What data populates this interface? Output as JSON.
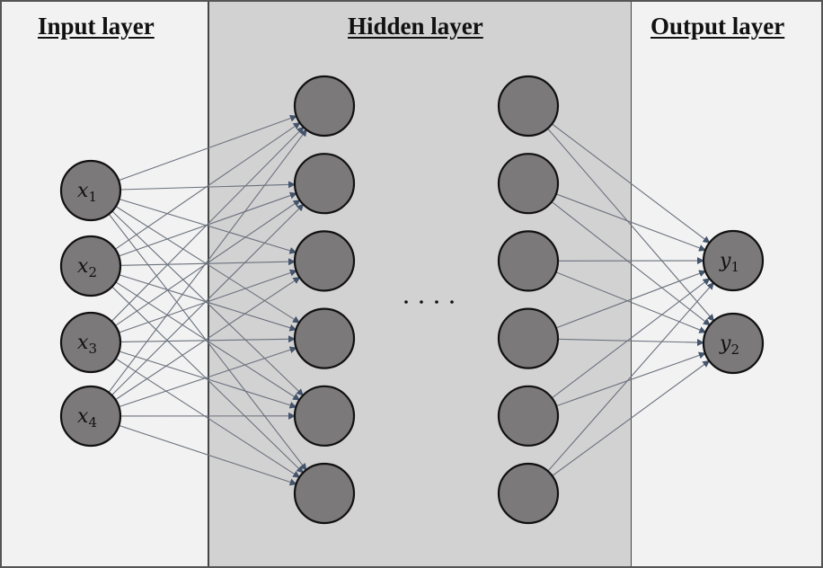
{
  "diagram": {
    "type": "neural-network",
    "layers": {
      "input": {
        "title": "Input layer",
        "nodes": [
          "x1",
          "x2",
          "x3",
          "x4"
        ]
      },
      "hidden": {
        "title": "Hidden layer",
        "columns": 2,
        "nodes_per_column": 6,
        "ellipsis": "· · · ·"
      },
      "output": {
        "title": "Output layer",
        "nodes": [
          "y1",
          "y2"
        ]
      }
    },
    "connections": "fully-connected",
    "colors": {
      "node_fill": "#7c797a",
      "node_stroke": "#111111",
      "edge": "#6a717c",
      "arrow": "#44546a",
      "hidden_bg": "#d3d2d3",
      "side_bg": "#f2f2f2"
    }
  }
}
